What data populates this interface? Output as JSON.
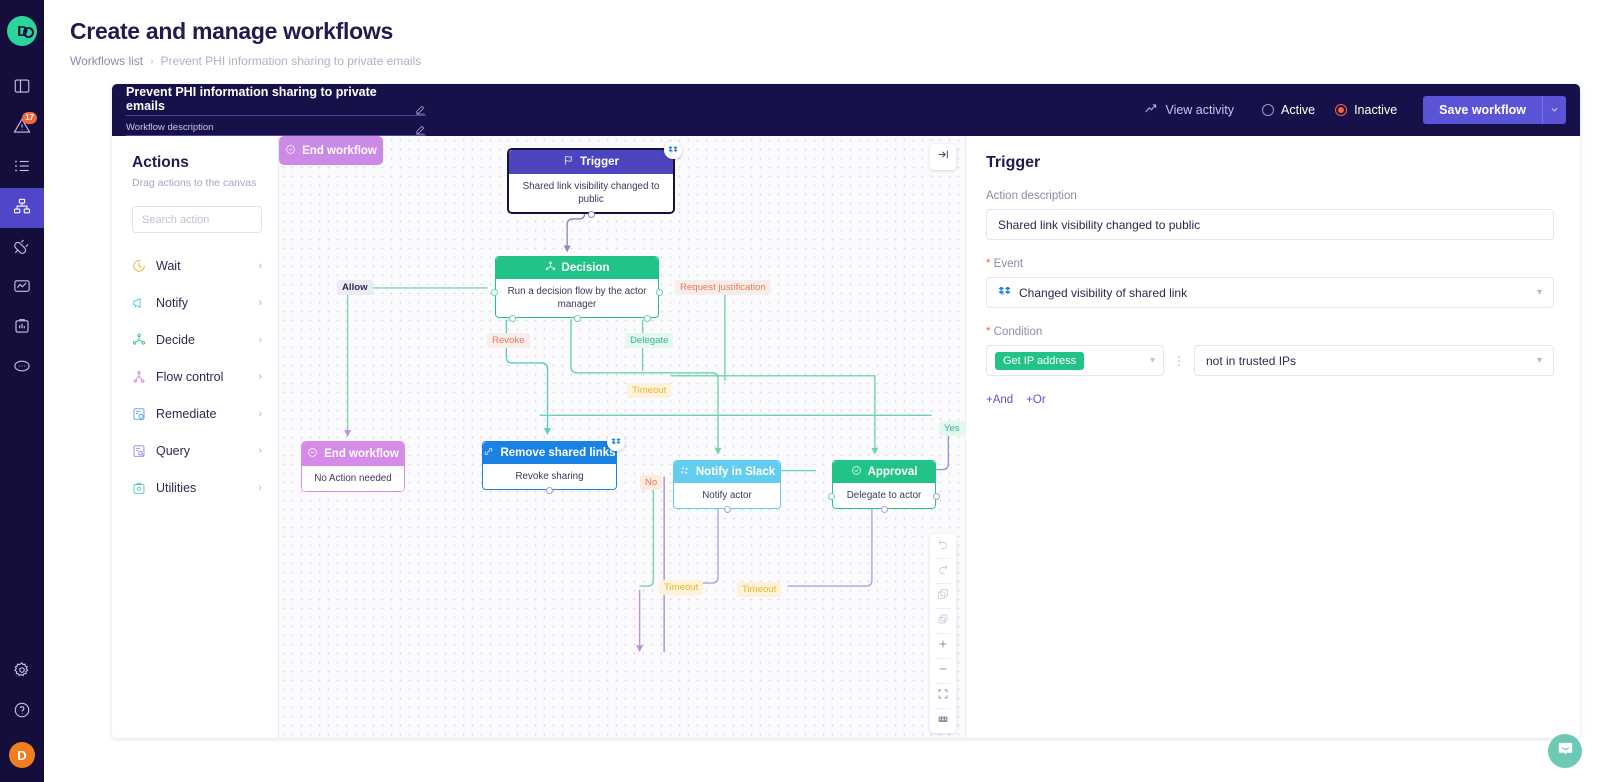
{
  "rail": {
    "logo_text": "D",
    "items": [
      {
        "name": "dashboard",
        "icon": "layout-icon"
      },
      {
        "name": "alerts",
        "icon": "alert-triangle-icon",
        "badge": "17"
      },
      {
        "name": "list",
        "icon": "list-icon"
      },
      {
        "name": "workflows",
        "icon": "sitemap-icon",
        "active": true
      },
      {
        "name": "integrations",
        "icon": "plug-icon"
      },
      {
        "name": "activity",
        "icon": "activity-monitor-icon"
      },
      {
        "name": "reports",
        "icon": "clipboard-chart-icon"
      },
      {
        "name": "chat",
        "icon": "message-dots-icon"
      }
    ],
    "bottom": [
      {
        "name": "settings",
        "icon": "gear-icon"
      },
      {
        "name": "help",
        "icon": "question-circle-icon"
      }
    ],
    "avatar_text": "D"
  },
  "page": {
    "title": "Create and manage workflows",
    "breadcrumb": {
      "root": "Workflows list",
      "separator": "›",
      "current": "Prevent PHI information sharing to private emails"
    }
  },
  "editor_header": {
    "workflow_name": "Prevent PHI information sharing to private emails",
    "workflow_description_placeholder": "Workflow description",
    "view_activity": "View activity",
    "status_active": "Active",
    "status_inactive": "Inactive",
    "status_selected": "Inactive",
    "save_label": "Save workflow",
    "accent": "#5b54d6",
    "inactive_color": "#f2663c"
  },
  "actions_panel": {
    "title": "Actions",
    "subtitle": "Drag actions to the canvas",
    "search_placeholder": "Search action",
    "search_value": "",
    "items": [
      {
        "label": "Wait",
        "icon": "clock-icon",
        "color": "#f5a623"
      },
      {
        "label": "Notify",
        "icon": "megaphone-icon",
        "color": "#46c3e8"
      },
      {
        "label": "Decide",
        "icon": "decision-icon",
        "color": "#22c389"
      },
      {
        "label": "Flow control",
        "icon": "flow-control-icon",
        "color": "#c87ddb"
      },
      {
        "label": "Remediate",
        "icon": "remediate-icon",
        "color": "#4a9fe8"
      },
      {
        "label": "Query",
        "icon": "query-icon",
        "color": "#8f86e8"
      },
      {
        "label": "Utilities",
        "icon": "utilities-icon",
        "color": "#4cc4b8"
      }
    ],
    "chevron": "›"
  },
  "canvas": {
    "collapse_icon": "collapse-panel-icon",
    "tools": [
      {
        "name": "undo-icon"
      },
      {
        "name": "redo-icon"
      },
      {
        "name": "copy-icon"
      },
      {
        "name": "duplicate-icon"
      },
      {
        "name": "zoom-in-icon"
      },
      {
        "name": "zoom-out-icon"
      },
      {
        "name": "fit-screen-icon"
      },
      {
        "name": "grid-icon"
      }
    ],
    "nodes": [
      {
        "id": "trigger",
        "title": "Trigger",
        "body": "Shared link visibility changed to public",
        "icon": "flag-icon",
        "badge": "dropbox-icon",
        "color": "#4d45bd",
        "selected": true
      },
      {
        "id": "decision",
        "title": "Decision",
        "body": "Run a decision flow by the actor manager",
        "icon": "decision-icon",
        "color": "#22c389"
      },
      {
        "id": "remove",
        "title": "Remove shared links",
        "body": "Revoke sharing",
        "icon": "unlink-icon",
        "badge": "dropbox-icon",
        "color": "#1a82e2"
      },
      {
        "id": "slack",
        "title": "Notify in Slack",
        "body": "Notify actor",
        "icon": "slack-icon",
        "color": "#63cdf0"
      },
      {
        "id": "approval",
        "title": "Approval",
        "body": "Delegate to actor",
        "icon": "check-badge-icon",
        "color": "#22c389"
      },
      {
        "id": "end1",
        "title": "End workflow",
        "body": "No Action needed",
        "icon": "end-icon",
        "color": "#d58ce8"
      },
      {
        "id": "end2",
        "title": "End workflow",
        "body": "",
        "icon": "end-icon",
        "color": "#cb8ae6"
      }
    ],
    "edge_labels": [
      {
        "id": "allow",
        "text": "Allow"
      },
      {
        "id": "request",
        "text": "Request justification"
      },
      {
        "id": "revoke",
        "text": "Revoke"
      },
      {
        "id": "delegate",
        "text": "Delegate"
      },
      {
        "id": "timeout1",
        "text": "Timeout"
      },
      {
        "id": "timeout2",
        "text": "Timeout"
      },
      {
        "id": "timeout3",
        "text": "Timeout"
      },
      {
        "id": "yes",
        "text": "Yes"
      },
      {
        "id": "no",
        "text": "No"
      }
    ]
  },
  "right_panel": {
    "title": "Trigger",
    "action_description_label": "Action description",
    "action_description_value": "Shared link visibility changed to public",
    "event_label": "Event",
    "event_value": "Changed visibility of shared link",
    "event_icon": "dropbox-icon",
    "condition_label": "Condition",
    "condition_left_chip": "Get IP address",
    "condition_right_value": "not in trusted IPs",
    "add_and": "+And",
    "add_or": "+Or"
  },
  "chat_widget": {
    "icon": "chat-bubble-icon",
    "color": "#6ec8b5"
  }
}
